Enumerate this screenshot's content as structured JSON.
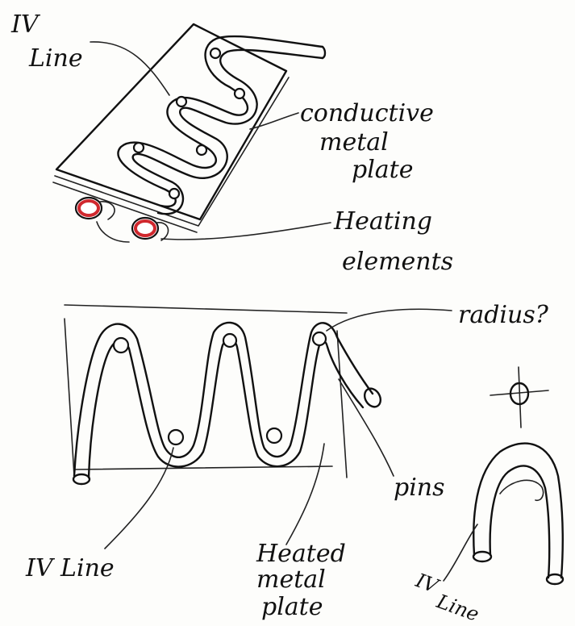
{
  "labels": {
    "iv_line_top_1": "IV",
    "iv_line_top_2": "Line",
    "conductive_1": "conductive",
    "conductive_2": "metal",
    "conductive_3": "plate",
    "heating_1": "Heating",
    "heating_2": "elements",
    "radius": "radius?",
    "pins": "pins",
    "iv_line_bottom": "IV Line",
    "heated_1": "Heated",
    "heated_2": "metal",
    "heated_3": "plate",
    "iv_line_small_1": "IV",
    "iv_line_small_2": "Line"
  },
  "colors": {
    "ink": "#111111",
    "heating_element": "#d0282e",
    "paper": "#fdfdfb"
  }
}
